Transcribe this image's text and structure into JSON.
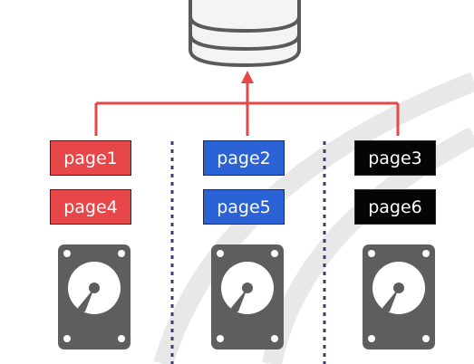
{
  "colors": {
    "red": "#e8474a",
    "blue": "#2b62d6",
    "black": "#050505",
    "arrow": "#e8474a",
    "divider": "#3b3f6e",
    "disk": "#5e5e5e",
    "db_outline": "#5a5a5a"
  },
  "pages": [
    {
      "label": "page1",
      "color": "#e8474a"
    },
    {
      "label": "page4",
      "color": "#e8474a"
    },
    {
      "label": "page2",
      "color": "#2b62d6"
    },
    {
      "label": "page5",
      "color": "#2b62d6"
    },
    {
      "label": "page3",
      "color": "#050505"
    },
    {
      "label": "page6",
      "color": "#050505"
    }
  ],
  "icons": {
    "database": "database-icon",
    "disk": "hard-disk-icon"
  }
}
